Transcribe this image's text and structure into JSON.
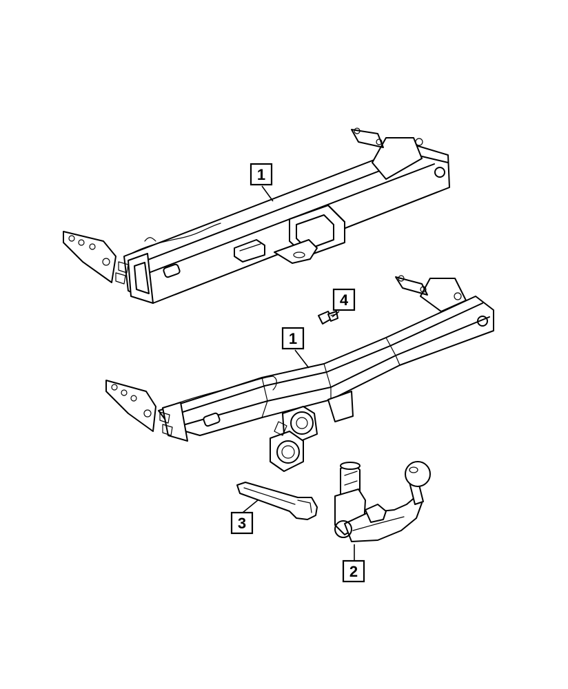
{
  "callouts": [
    {
      "id": "c1a",
      "label": "1"
    },
    {
      "id": "c4",
      "label": "4"
    },
    {
      "id": "c1b",
      "label": "1"
    },
    {
      "id": "c3",
      "label": "3"
    },
    {
      "id": "c2",
      "label": "2"
    }
  ],
  "colors": {
    "line": "#000000",
    "background": "#ffffff"
  }
}
